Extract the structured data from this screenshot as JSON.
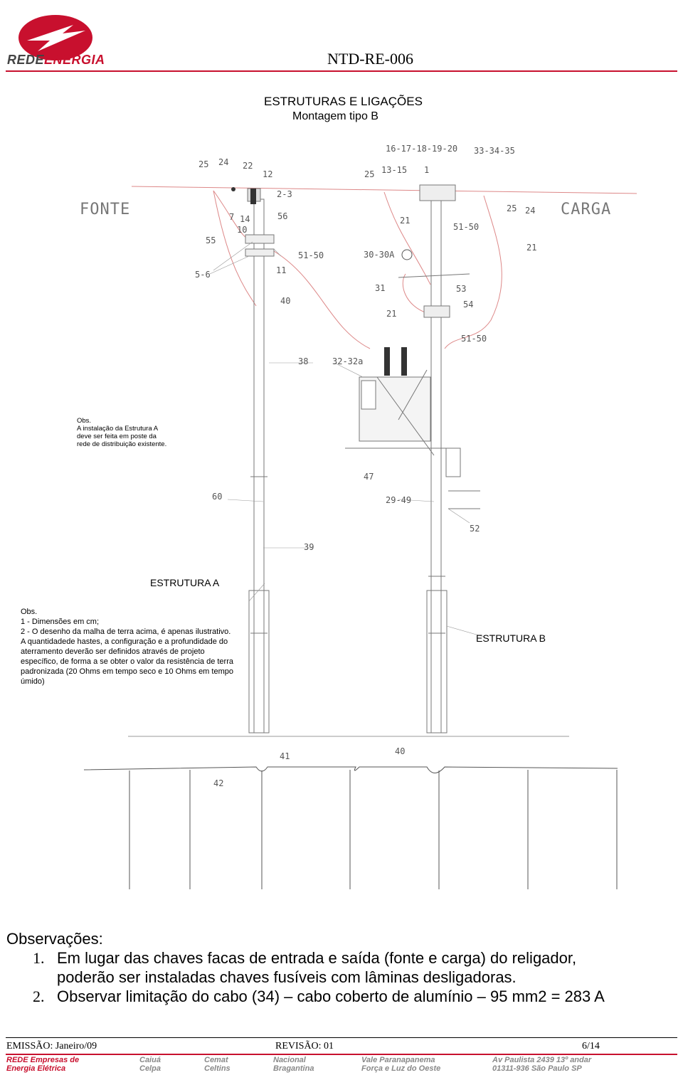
{
  "header": {
    "logo_text_a": "REDE",
    "logo_text_b": "ENERGIA",
    "doc_code": "NTD-RE-006"
  },
  "title": {
    "line1": "ESTRUTURAS E LIGAÇÕES",
    "line2": "Montagem tipo B"
  },
  "drawing": {
    "side_left": "FONTE",
    "side_right": "CARGA",
    "labels": [
      "25",
      "24",
      "22",
      "12",
      "2-3",
      "7",
      "14",
      "10",
      "56",
      "55",
      "51-50",
      "5-6",
      "11",
      "40",
      "16-17-18-19-20",
      "33-34-35",
      "25",
      "13-15",
      "1",
      "25",
      "24",
      "21",
      "51-50",
      "21",
      "30-30A",
      "31",
      "53",
      "54",
      "21",
      "51-50",
      "38",
      "32-32a",
      "47",
      "60",
      "29-49",
      "52",
      "39",
      "41",
      "40",
      "42"
    ],
    "obs_small": [
      "Obs.",
      "A instalação da Estrutura A",
      "deve ser feita em poste da",
      "rede de distribuição existente."
    ]
  },
  "structure_a": "ESTRUTURA  A",
  "structure_b": "ESTRUTURA  B",
  "notes": [
    "Obs.",
    "1 - Dimensões em cm;",
    "2 - O desenho da malha de terra acima, é apenas ilustrativo.",
    " A quantidadede hastes, a configuração e a profundidade do",
    "aterramento deverão ser definidos através de projeto",
    "específico, de forma a se obter o valor da resistência de terra",
    "padronizada (20 Ohms em tempo seco e 10 Ohms em tempo",
    "úmido)"
  ],
  "observations": {
    "title": "Observações:",
    "items": [
      {
        "num": "1.",
        "lines": [
          "Em lugar das chaves facas de entrada e saída (fonte e carga) do religador,",
          "poderão ser instaladas chaves fusíveis com lâminas desligadoras."
        ]
      },
      {
        "num": "2.",
        "lines": [
          "Observar limitação do cabo (34) – cabo coberto de alumínio – 95 mm2 = 283 A"
        ]
      }
    ]
  },
  "footer": {
    "emission": "EMISSÃO: Janeiro/09",
    "revision": "REVISÃO: 01",
    "page": "6/14",
    "companies": [
      [
        "REDE Empresas de",
        "Energia Elétrica"
      ],
      [
        "Caiuá",
        "Celpa"
      ],
      [
        "Cemat",
        "Celtins"
      ],
      [
        "Nacional",
        "Bragantina"
      ],
      [
        "Vale Paranapanema",
        "Força e Luz do Oeste"
      ],
      [
        "Av Paulista 2439  13º andar",
        "01311-936 São Paulo SP"
      ]
    ]
  },
  "colors": {
    "brand_red": "#c8102e",
    "cable_red": "#d88"
  }
}
